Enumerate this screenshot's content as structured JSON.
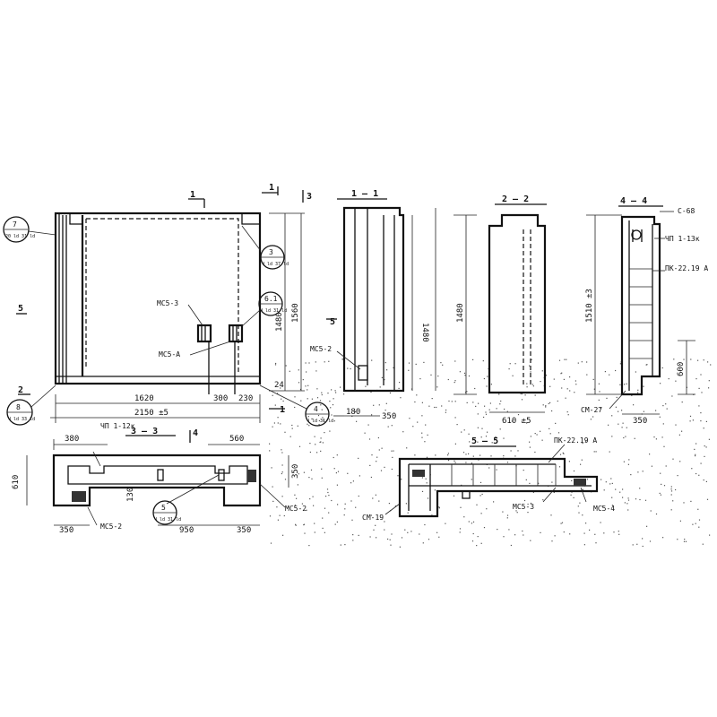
{
  "sections": {
    "s11_top": "1",
    "s11_side": "1",
    "s13_top": "1",
    "s13_num": "3",
    "s2": "2",
    "s5_left": "5",
    "s5_mid": "5",
    "view11": "1 — 1",
    "view22": "2 — 2",
    "view44": "4 — 4",
    "view33": "3 — 3",
    "view33_4": "4",
    "view55": "5 — 5"
  },
  "callouts": {
    "c7": {
      "num": "7",
      "sheet": "20 ld 31 ld"
    },
    "c3": {
      "num": "3",
      "sheet": "Ч ld 37 ld"
    },
    "c6": {
      "num": "6.1",
      "sheet": "Ч ld 31 ld"
    },
    "c8": {
      "num": "8",
      "sheet": "Ч ld 33 ld"
    },
    "c4": {
      "num": "4",
      "sheet": "Ч ld 31 ld"
    },
    "c5": {
      "num": "5",
      "sheet": "Ч ld 31 ld"
    }
  },
  "labels": {
    "mc53_a": "МС5-3",
    "mc5a": "МС5-А",
    "mc52_a": "МС5-2",
    "cm27": "СМ-27",
    "c68": "С-68",
    "chp1": "ЧП 1-13к",
    "pk2219_a": "ПК-22.19 А",
    "chp12k": "ЧП 1-12к",
    "mc52_b": "МС5-2",
    "mc52_c": "МС5-2",
    "cm19": "СМ-19",
    "pk2219_b": "ПК-22.19 А",
    "mc53_b": "МС5-3",
    "mc54": "МС5-4"
  },
  "dims": {
    "d1620": "1620",
    "d300": "300",
    "d230": "230",
    "d2150": "2150 ±5",
    "d1480_a": "1480",
    "d1560": "1560",
    "d24": "24",
    "d180": "180",
    "d350_a": "350",
    "d1480_b": "1480",
    "d1480_c": "1480",
    "d610": "610 ±5",
    "d1510": "1510 ±3",
    "d600": "600",
    "d350_b": "350",
    "d380": "380",
    "d560": "560",
    "d610v": "610",
    "d350v": "350",
    "d130": "130",
    "d350_c": "350",
    "d950": "950",
    "d350_d": "350"
  }
}
